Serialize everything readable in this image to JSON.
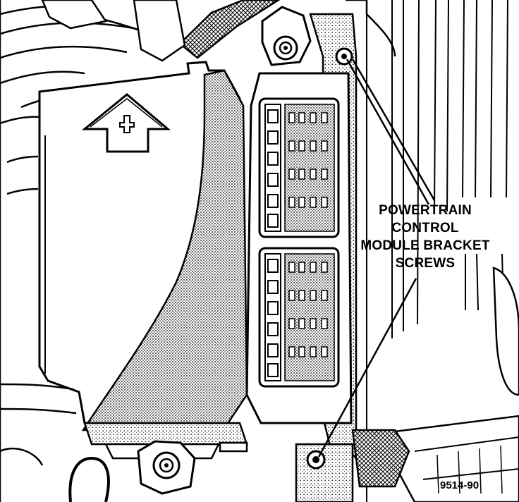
{
  "callout": {
    "line1": "POWERTRAIN",
    "line2": "CONTROL",
    "line3": "MODULE BRACKET",
    "line4": "SCREWS"
  },
  "figure_number": "9514-90",
  "colors": {
    "ink": "#000000",
    "paper": "#ffffff",
    "shade": "#9a9a9a"
  }
}
